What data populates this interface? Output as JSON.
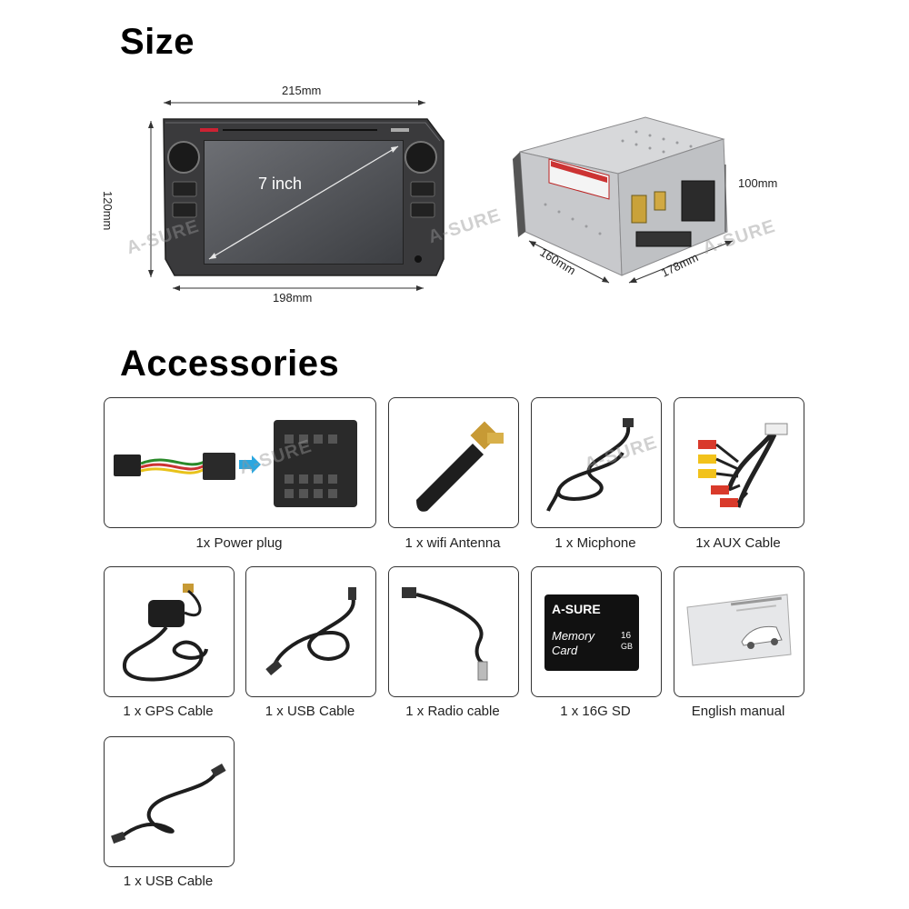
{
  "size_section": {
    "title": "Size",
    "front_width": "215mm",
    "front_height": "120mm",
    "screen_size": "7 inch",
    "bottom_width": "198mm",
    "depth": "160mm",
    "back_width": "178mm",
    "back_height": "100mm",
    "watermark": "A-SURE"
  },
  "accessories_section": {
    "title": "Accessories",
    "items": [
      {
        "caption": "1x  Power plug"
      },
      {
        "caption": "1 x wifi Antenna"
      },
      {
        "caption": "1 x Micphone"
      },
      {
        "caption": "1x AUX Cable"
      },
      {
        "caption": "1 x GPS Cable"
      },
      {
        "caption": "1 x USB Cable"
      },
      {
        "caption": "1 x Radio cable"
      },
      {
        "caption": "1 x 16G  SD"
      },
      {
        "caption": "English manual"
      },
      {
        "caption": "1 x USB Cable"
      }
    ],
    "sd_card": {
      "brand": "A-SURE",
      "line1": "Memory",
      "line2": "Card",
      "capacity": "16",
      "unit": "GB"
    }
  },
  "colors": {
    "stereo_body": "#3a3a3c",
    "aux_red": "#d93a2b",
    "aux_yellow": "#f2c21b",
    "arrow_blue": "#2aa7e0"
  }
}
